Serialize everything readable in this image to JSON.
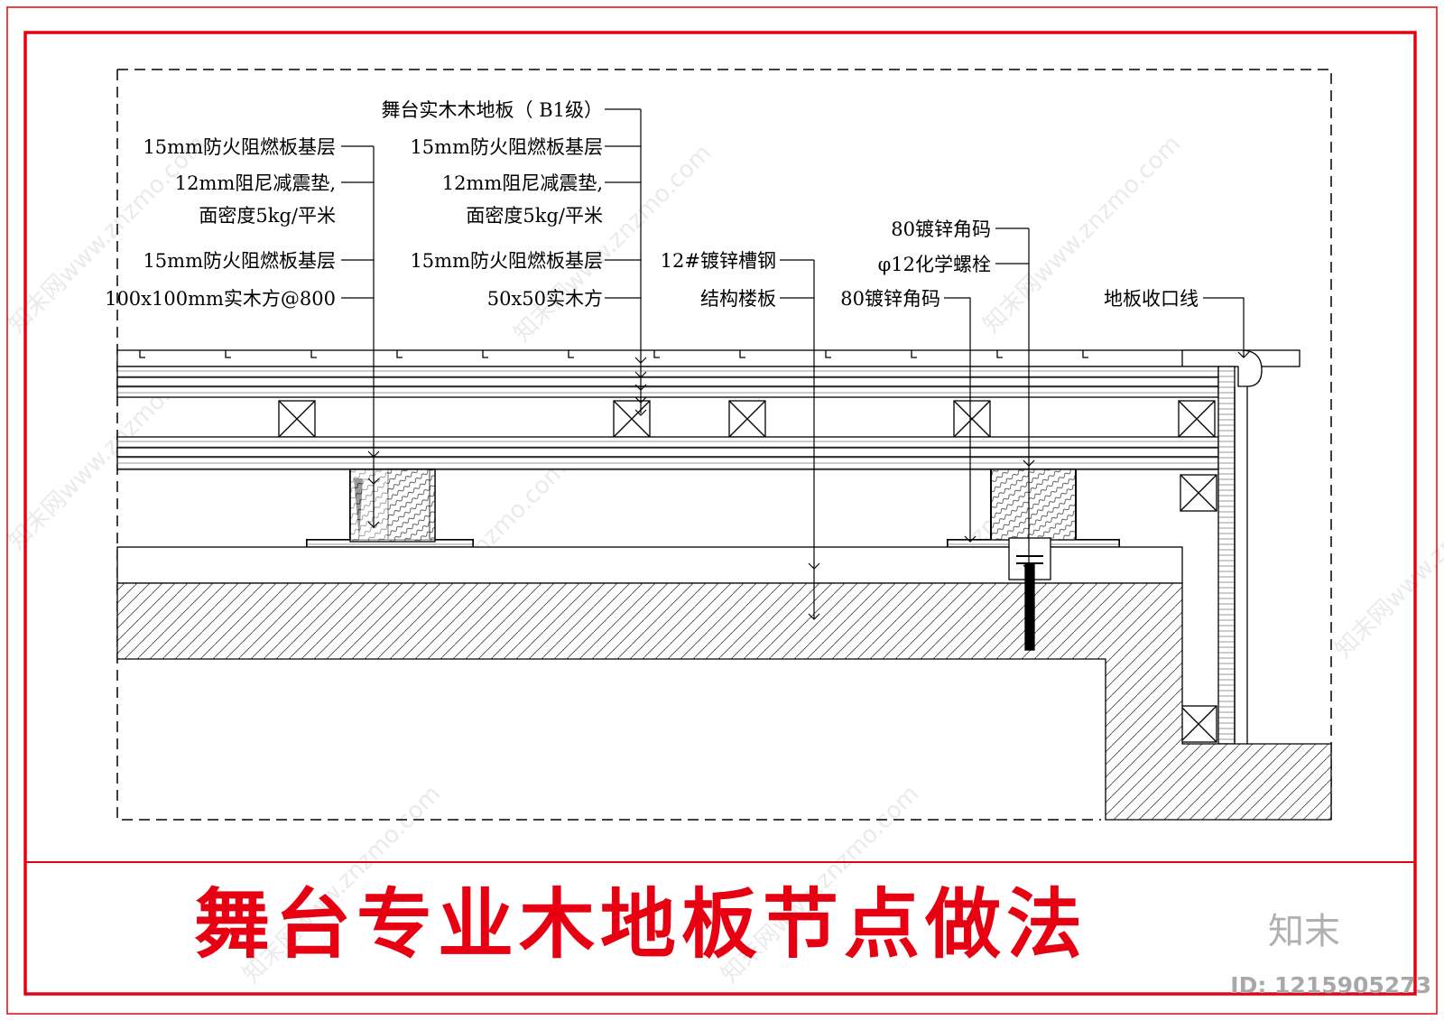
{
  "title": "舞台专业木地板节点做法",
  "brand": "知末",
  "image_id": "ID: 1215905273",
  "watermark": "知末网www.znzmo.com",
  "colors": {
    "frame": "#e60012",
    "title": "#e60012",
    "line": "#000000"
  },
  "callouts": {
    "left": [
      "15mm防火阻燃板基层",
      "12mm阻尼减震垫,",
      "面密度5kg/平米",
      "15mm防火阻燃板基层",
      "100x100mm实木方@800"
    ],
    "middle": [
      "舞台实木木地板（ B1级）",
      "15mm防火阻燃板基层",
      "12mm阻尼减震垫,",
      "面密度5kg/平米",
      "15mm防火阻燃板基层",
      "50x50实木方"
    ],
    "right_a": [
      "12#镀锌槽钢",
      "结构楼板"
    ],
    "right_b": [
      "80镀锌角码",
      "φ12化学螺栓",
      "80镀锌角码"
    ],
    "edge": "地板收口线"
  }
}
